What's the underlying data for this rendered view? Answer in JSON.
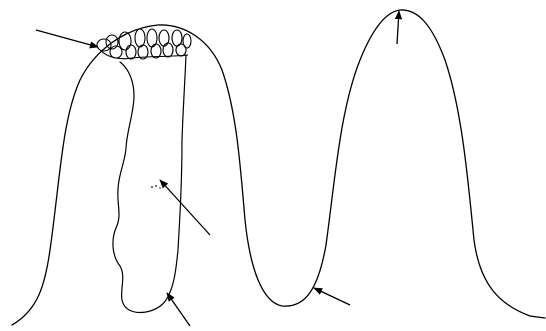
{
  "figure": {
    "background_color": "#ffffff",
    "ink_color": "#000000",
    "style": "hand-drawn line sketch",
    "structures": [
      "outer-wavy-outline",
      "left-fold-inner-body",
      "coiled-loops-cluster",
      "five-arrows"
    ],
    "text_labels": []
  }
}
